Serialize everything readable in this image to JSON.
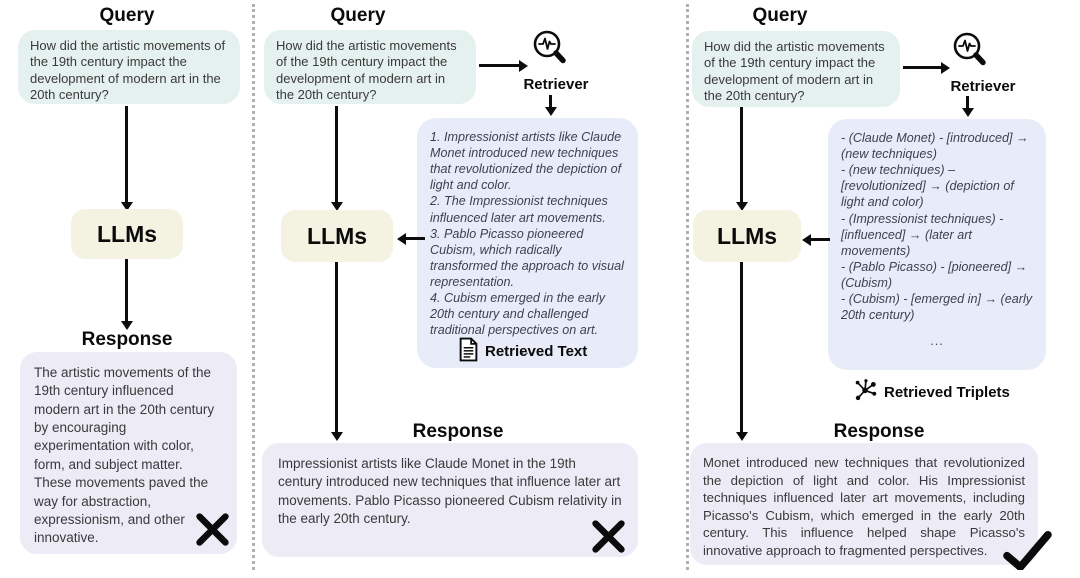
{
  "figure": {
    "query_title": "Query",
    "response_title": "Response",
    "llm_label": "LLMs",
    "retriever_label": "Retriever",
    "ellipsis": "...",
    "query_text": "How did the artistic movements of the 19th century impact the development of modern art in the 20th century?"
  },
  "left_panel": {
    "response_text": "The artistic movements of the 19th century influenced modern art in the 20th century by encouraging experimentation with color, form, and subject matter. These movements paved the way for abstraction, expressionism, and other innovative.",
    "verdict": "incorrect"
  },
  "middle_panel": {
    "retrieved_caption": "Retrieved Text",
    "retrieved_icon": "document-icon",
    "retrieved_items": [
      "1. Impressionist artists like Claude Monet introduced new techniques that revolutionized the depiction of light and color.",
      "2. The Impressionist techniques influenced later art movements.",
      "3. Pablo Picasso pioneered Cubism, which radically transformed the approach to visual representation.",
      "4. Cubism emerged in the early 20th century and challenged traditional perspectives on art."
    ],
    "response_text": "Impressionist artists like Claude Monet in the 19th century introduced new techniques that influence later art movements. Pablo Picasso pioneered Cubism relativity in the early 20th century.",
    "verdict": "incorrect"
  },
  "right_panel": {
    "retrieved_caption": "Retrieved Triplets",
    "retrieved_icon": "graph-icon",
    "retrieved_items": [
      "- (Claude Monet) - [introduced] → (new techniques)",
      "- (new techniques) – [revolutionized] → (depiction of light and color)",
      "- (Impressionist techniques) - [influenced] → (later art movements)",
      "- (Pablo Picasso) - [pioneered] → (Cubism)",
      "- (Cubism) - [emerged in] → (early 20th century)"
    ],
    "response_text": "Monet introduced new techniques that revolutionized the depiction of light and color. His Impressionist techniques influenced later art movements, including Picasso's Cubism, which emerged in the early 20th century. This influence helped shape Picasso's innovative approach to fragmented perspectives.",
    "verdict": "correct"
  },
  "colors": {
    "query_bubble": "#e5f1ef",
    "llm_box": "#f4f3e2",
    "retrieved_box": "#e7ecf8",
    "response_bubble": "#ecebf6",
    "arrow": "#0d0d0d",
    "divider": "#b0b0b0",
    "body_text": "#3a3a3a"
  }
}
